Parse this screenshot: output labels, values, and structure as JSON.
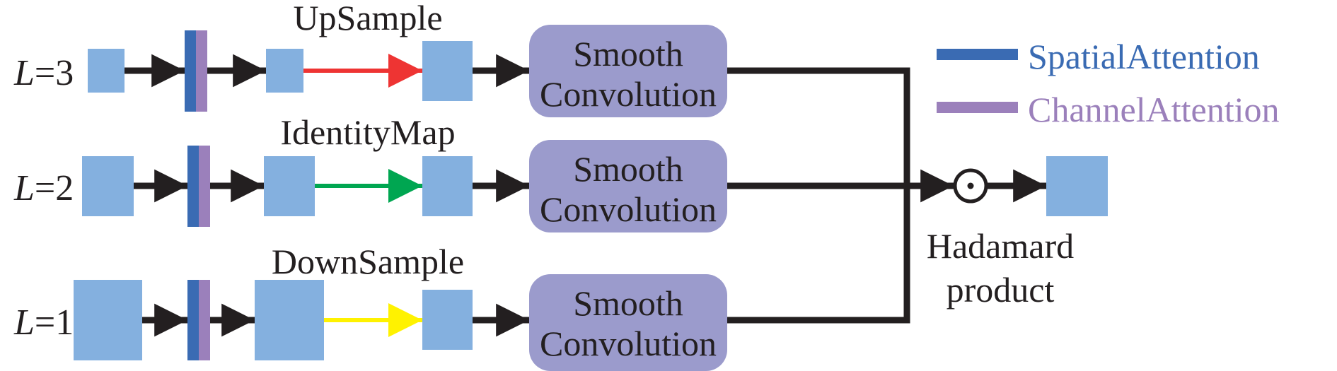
{
  "diagram": {
    "levels": [
      {
        "label_var": "L",
        "label_value": "=3",
        "op_label": "UpSample",
        "op_color": "#ee3433"
      },
      {
        "label_var": "L",
        "label_value": "=2",
        "op_label": "IdentityMap",
        "op_color": "#00a651"
      },
      {
        "label_var": "L",
        "label_value": "=1",
        "op_label": "DownSample",
        "op_color": "#fff200"
      }
    ],
    "smooth_conv": {
      "line1": "Smooth",
      "line2": "Convolution"
    },
    "fusion": {
      "symbol": "⊙",
      "line1": "Hadamard",
      "line2": "product"
    },
    "legend": [
      {
        "label": "SpatialAttention",
        "color": "#3a6bb3"
      },
      {
        "label": "ChannelAttention",
        "color": "#9b80bb"
      }
    ],
    "colors": {
      "feature_map": "#84b0df",
      "smooth_conv": "#9b9bcc",
      "arrow": "#231f20"
    }
  }
}
